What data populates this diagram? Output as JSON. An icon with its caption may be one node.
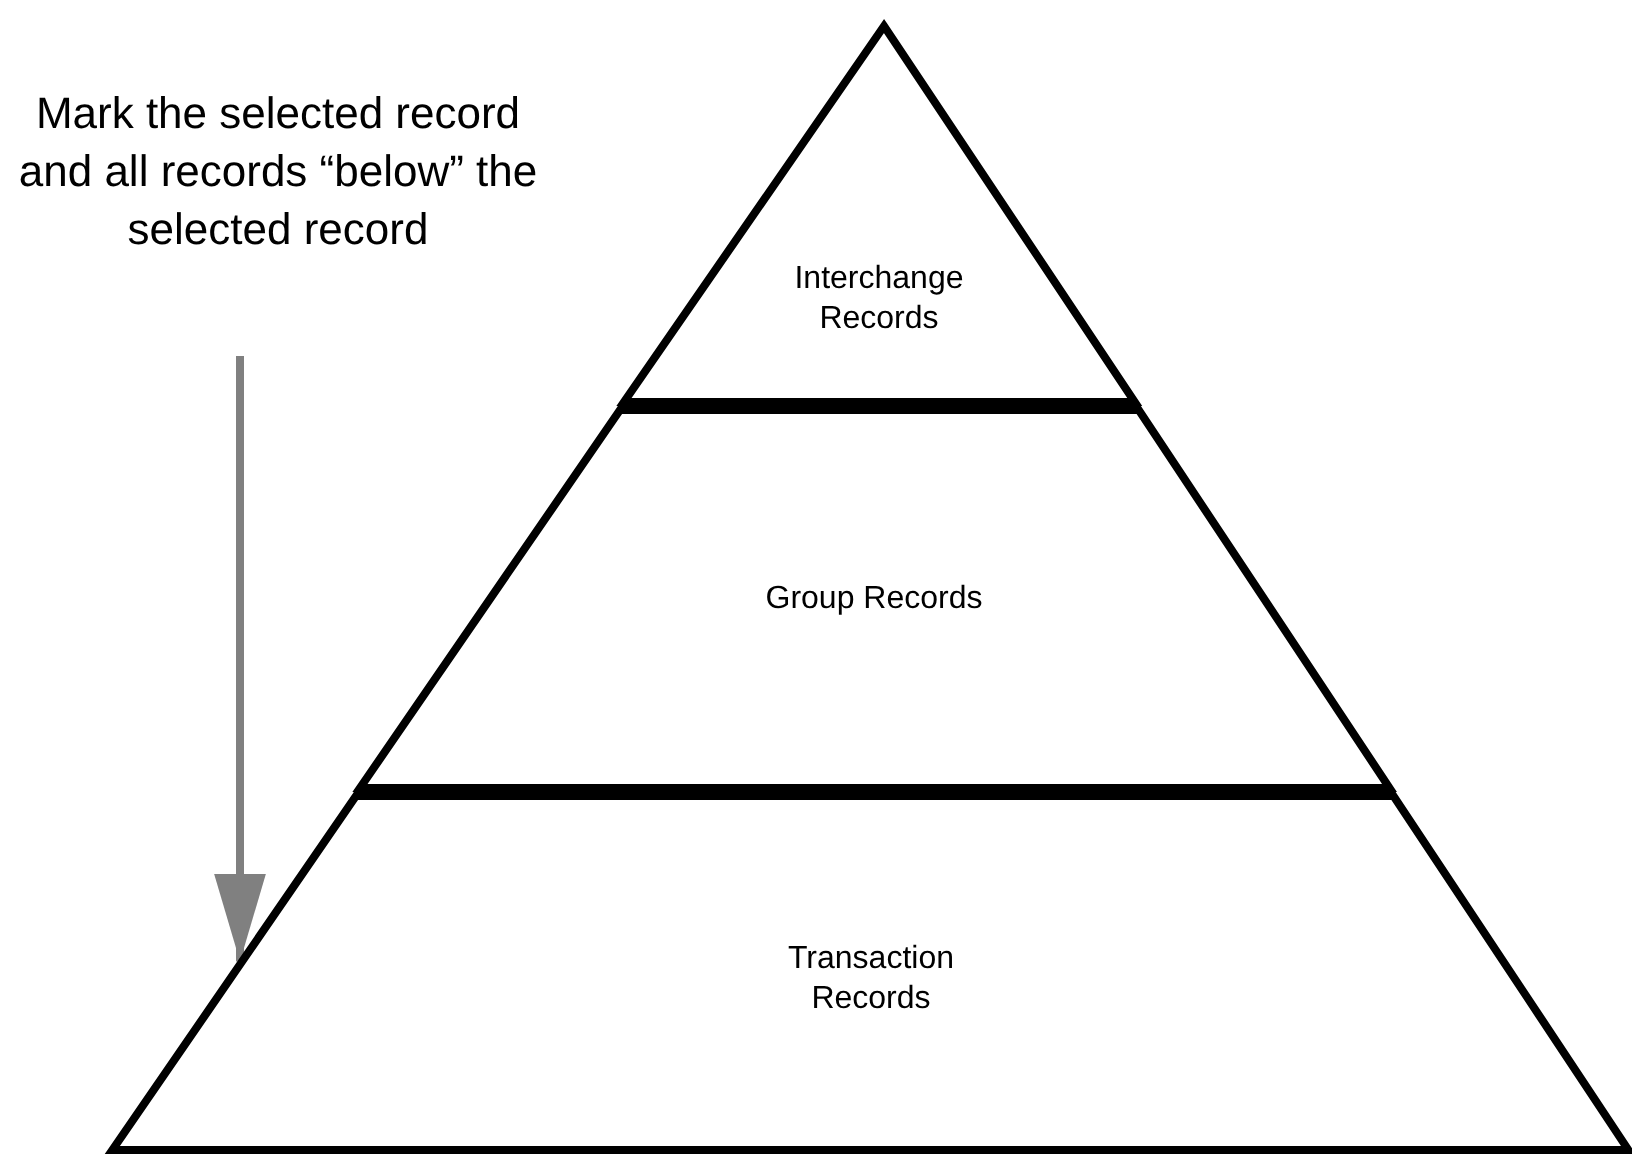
{
  "diagram": {
    "nodes": [
      {
        "text": [
          "Mark the selected record and all records “below” the selected record"
        ]
      },
      {
        "text": [
          "Interchange Records"
        ]
      },
      {
        "text": [
          "Group Records"
        ]
      },
      {
        "text": [
          "Transaction Records"
        ]
      }
    ],
    "edges": [
      {
        "from": 0,
        "to": 3,
        "arrow": "to",
        "color": "#808080"
      }
    ]
  }
}
